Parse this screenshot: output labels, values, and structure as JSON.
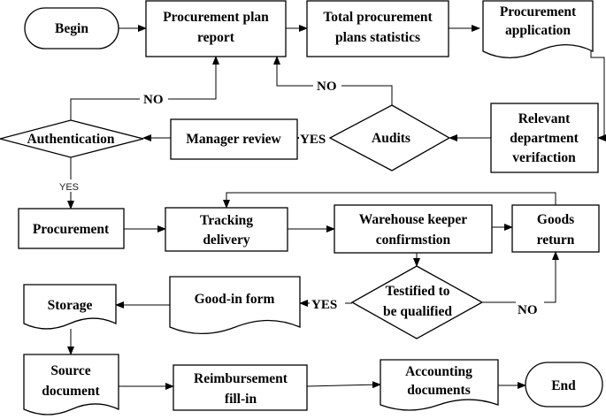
{
  "nodes": {
    "begin": "Begin",
    "plan_report": [
      "Procurement plan",
      "report"
    ],
    "statistics": [
      "Total procurement",
      "plans statistics"
    ],
    "application": [
      "Procurement",
      "application"
    ],
    "verification": [
      "Relevant",
      "department",
      "verifaction"
    ],
    "audits": "Audits",
    "manager_review": "Manager review",
    "authentication": "Authentication",
    "procurement": "Procurement",
    "tracking": [
      "Tracking",
      "delivery"
    ],
    "warehouse": [
      "Warehouse keeper",
      "confirmstion"
    ],
    "goods_return": [
      "Goods",
      "return"
    ],
    "testified": [
      "Testified to",
      "be qualified"
    ],
    "good_in_form": "Good-in form",
    "storage": "Storage",
    "source_document": [
      "Source",
      "document"
    ],
    "reimbursement": [
      "Reimbursement",
      "fill-in"
    ],
    "accounting": [
      "Accounting",
      "documents"
    ],
    "end": "End"
  },
  "edge_labels": {
    "audits_no": "NO",
    "auth_no": "NO",
    "audits_yes": "YES",
    "auth_yes": "YES",
    "testified_yes": "YES",
    "testified_no": "NO"
  }
}
